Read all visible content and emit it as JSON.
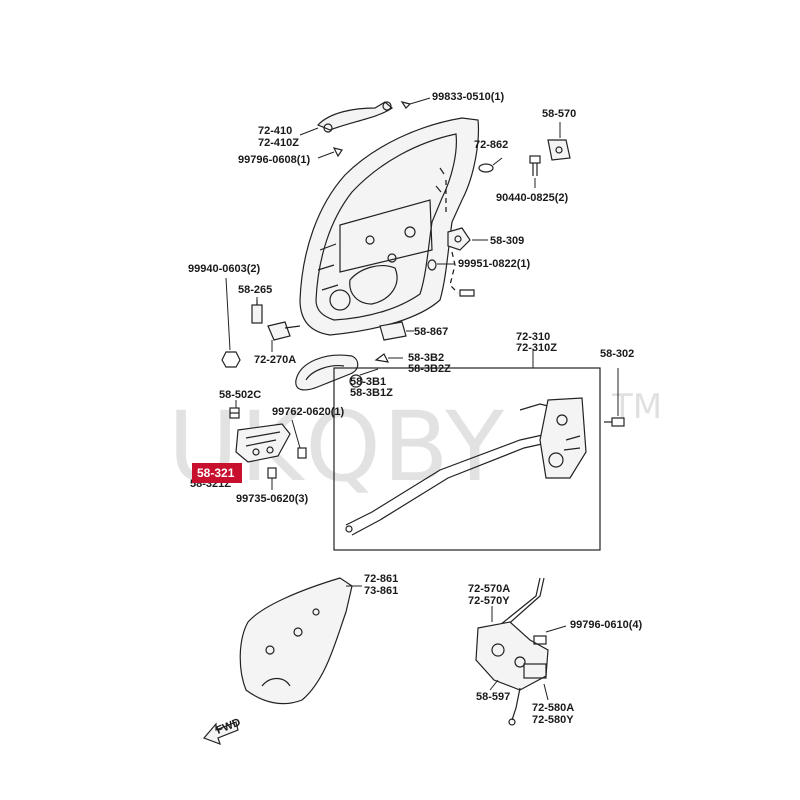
{
  "watermark": {
    "text": "UKQBY",
    "mark": "TM"
  },
  "highlight": {
    "label": "58-321",
    "color": "#c8102e"
  },
  "front_arrow": {
    "text": "FWD"
  },
  "labels": {
    "l_99833": "99833-0510(1)",
    "l_58570": "58-570",
    "l_72410": "72-410",
    "l_72410z": "72-410Z",
    "l_99796_0608": "99796-0608(1)",
    "l_72862": "72-862",
    "l_90440": "90440-0825(2)",
    "l_58309": "58-309",
    "l_99951": "99951-0822(1)",
    "l_99940": "99940-0603(2)",
    "l_58265": "58-265",
    "l_58867": "58-867",
    "l_72310": "72-310",
    "l_72310z": "72-310Z",
    "l_58302": "58-302",
    "l_72270a": "72-270A",
    "l_583b2": "58-3B2",
    "l_583b2z": "58-3B2Z",
    "l_583b1": "58-3B1",
    "l_583b1z": "58-3B1Z",
    "l_58502c": "58-502C",
    "l_99762": "99762-0620(1)",
    "l_58321z_partial": "58-321Z",
    "l_99735": "99735-0620(3)",
    "l_72861": "72-861",
    "l_73861": "73-861",
    "l_72570a": "72-570A",
    "l_72570y": "72-570Y",
    "l_99796_0610": "99796-0610(4)",
    "l_58597": "58-597",
    "l_72580a": "72-580A",
    "l_72580y": "72-580Y"
  }
}
